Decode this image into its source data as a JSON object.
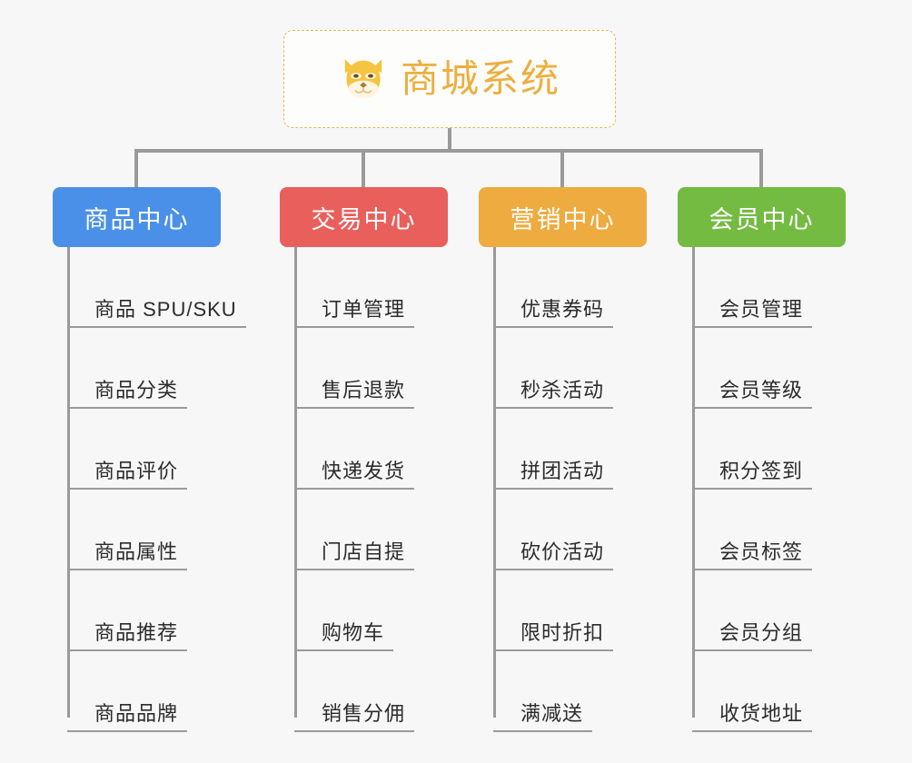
{
  "root": {
    "title": "商城系统",
    "icon": "dog-face-icon",
    "border_color": "#eab758",
    "text_color": "#eeae3e"
  },
  "connector_color": "#9a9a9a",
  "background_color": "#f7f7f7",
  "categories": [
    {
      "label": "商品中心",
      "color": "#4a90e8",
      "items": [
        "商品 SPU/SKU",
        "商品分类",
        "商品评价",
        "商品属性",
        "商品推荐",
        "商品品牌"
      ]
    },
    {
      "label": "交易中心",
      "color": "#e95f5c",
      "items": [
        "订单管理",
        "售后退款",
        "快递发货",
        "门店自提",
        "购物车",
        "销售分佣"
      ]
    },
    {
      "label": "营销中心",
      "color": "#eeab3f",
      "items": [
        "优惠券码",
        "秒杀活动",
        "拼团活动",
        "砍价活动",
        "限时折扣",
        "满减送"
      ]
    },
    {
      "label": "会员中心",
      "color": "#74bb42",
      "items": [
        "会员管理",
        "会员等级",
        "积分签到",
        "会员标签",
        "会员分组",
        "收货地址"
      ]
    }
  ]
}
